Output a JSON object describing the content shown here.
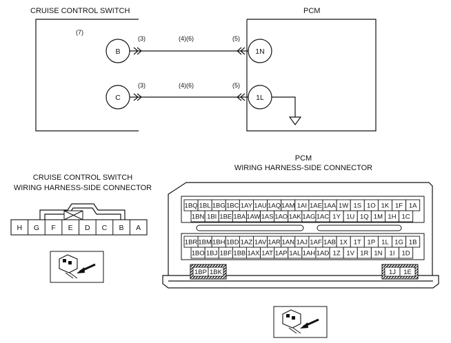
{
  "schematic": {
    "left_title": "CRUISE CONTROL SWITCH",
    "right_title": "PCM",
    "left_box_ref": "(7)",
    "terminals_left": [
      "B",
      "C"
    ],
    "terminals_right": [
      "1N",
      "1L"
    ],
    "wire_refs": {
      "left": "(3)",
      "mid": "(4)(6)",
      "right": "(5)"
    }
  },
  "switch_connector": {
    "title_line1": "CRUISE CONTROL SWITCH",
    "title_line2": "WIRING HARNESS-SIDE CONNECTOR",
    "pins": [
      "H",
      "G",
      "F",
      "E",
      "D",
      "C",
      "B",
      "A"
    ]
  },
  "pcm_connector": {
    "title_line1": "PCM",
    "title_line2": "WIRING HARNESS-SIDE CONNECTOR",
    "row1": [
      "1BQ",
      "1BL",
      "1BG",
      "1BC",
      "1AY",
      "1AU",
      "1AQ",
      "1AM",
      "1AI",
      "1AE",
      "1AA",
      "1W",
      "1S",
      "1O",
      "1K",
      "1F",
      "1A"
    ],
    "row2": [
      "1BN",
      "1BI",
      "1BE",
      "1BA",
      "1AW",
      "1AS",
      "1AO",
      "1AK",
      "1AG",
      "1AC",
      "1Y",
      "1U",
      "1Q",
      "1M",
      "1H",
      "1C"
    ],
    "row3": [
      "1BR",
      "1BM",
      "1BH",
      "1BD",
      "1AZ",
      "1AV",
      "1AR",
      "1AN",
      "1AJ",
      "1AF",
      "1AB",
      "1X",
      "1T",
      "1P",
      "1L",
      "1G",
      "1B"
    ],
    "row4": [
      "1BO",
      "1BJ",
      "1BF",
      "1BB",
      "1AX",
      "1AT",
      "1AP",
      "1AL",
      "1AH",
      "1AD",
      "1Z",
      "1V",
      "1R",
      "1N",
      "1I",
      "1D"
    ],
    "bottom_left": [
      "1BP",
      "1BK"
    ],
    "bottom_right": [
      "1J",
      "1E"
    ]
  }
}
